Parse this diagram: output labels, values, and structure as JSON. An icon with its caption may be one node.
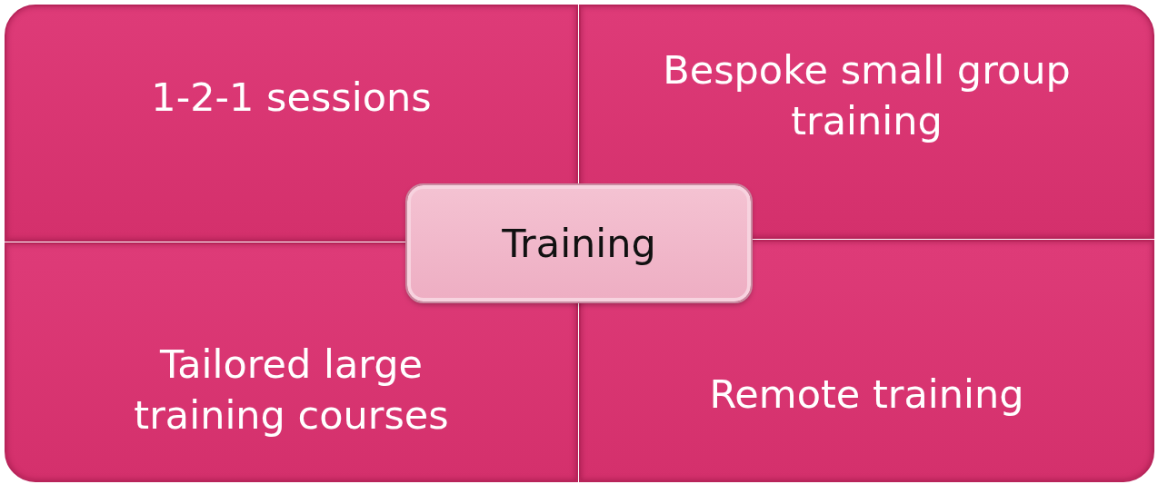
{
  "diagram": {
    "nodes": [
      {
        "text": [
          "1-2-1 sessions"
        ]
      },
      {
        "text": [
          "Bespoke small group training"
        ]
      },
      {
        "text": [
          "Training"
        ]
      },
      {
        "text": [
          "Tailored large training courses"
        ]
      },
      {
        "text": [
          "Remote training"
        ]
      }
    ]
  }
}
